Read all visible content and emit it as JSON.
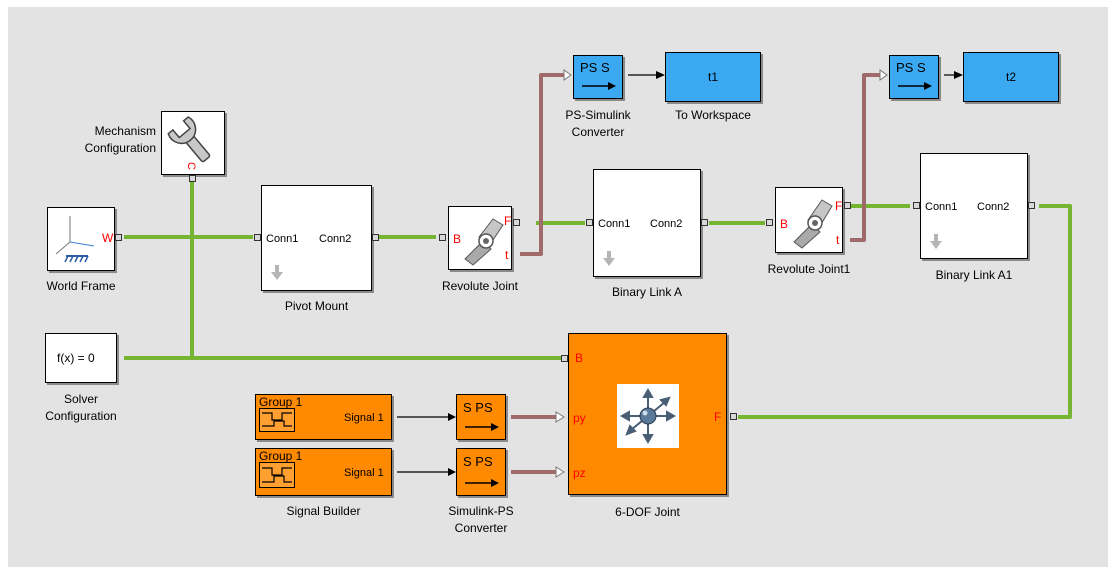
{
  "blocks": {
    "world_frame": {
      "label": "World Frame",
      "port_w": "W"
    },
    "mechanism_config": {
      "label_line1": "Mechanism",
      "label_line2": "Configuration",
      "port_c": "C"
    },
    "solver_config": {
      "label_line1": "Solver",
      "label_line2": "Configuration",
      "expr": "f(x) = 0"
    },
    "pivot_mount": {
      "label": "Pivot Mount",
      "conn1": "Conn1",
      "conn2": "Conn2"
    },
    "revolute_joint": {
      "label": "Revolute Joint",
      "port_b": "B",
      "port_f": "F",
      "port_t": "t"
    },
    "ps_simulink_1": {
      "label_line1": "PS-Simulink",
      "label_line2": "Converter",
      "text": "PS S"
    },
    "to_workspace_1": {
      "label": "To Workspace",
      "var": "t1"
    },
    "binary_link_a": {
      "label": "Binary Link A",
      "conn1": "Conn1",
      "conn2": "Conn2"
    },
    "revolute_joint1": {
      "label": "Revolute Joint1",
      "port_b": "B",
      "port_f": "F",
      "port_t": "t"
    },
    "ps_simulink_2": {
      "text": "PS S"
    },
    "to_workspace_2": {
      "var": "t2"
    },
    "binary_link_a1": {
      "label": "Binary Link A1",
      "conn1": "Conn1",
      "conn2": "Conn2"
    },
    "six_dof_joint": {
      "label": "6-DOF Joint",
      "port_b": "B",
      "port_py": "py",
      "port_pz": "pz",
      "port_f": "F"
    },
    "signal_builder_1": {
      "group": "Group 1",
      "signal": "Signal 1"
    },
    "signal_builder_2": {
      "group": "Group 1",
      "signal": "Signal 1"
    },
    "signal_builder_label": "Signal Builder",
    "simulink_ps_1": {
      "text": "S PS"
    },
    "simulink_ps_2": {
      "text": "S PS"
    },
    "simulink_ps_label_line1": "Simulink-PS",
    "simulink_ps_label_line2": "Converter"
  },
  "colors": {
    "canvas": "#e3e3e3",
    "mechanical_wire": "#76b531",
    "signal_ps_wire": "#a06a6a",
    "simulink_block": "#3aa9f2",
    "input_block": "#ff8a00",
    "port_label": "#ff0000"
  }
}
